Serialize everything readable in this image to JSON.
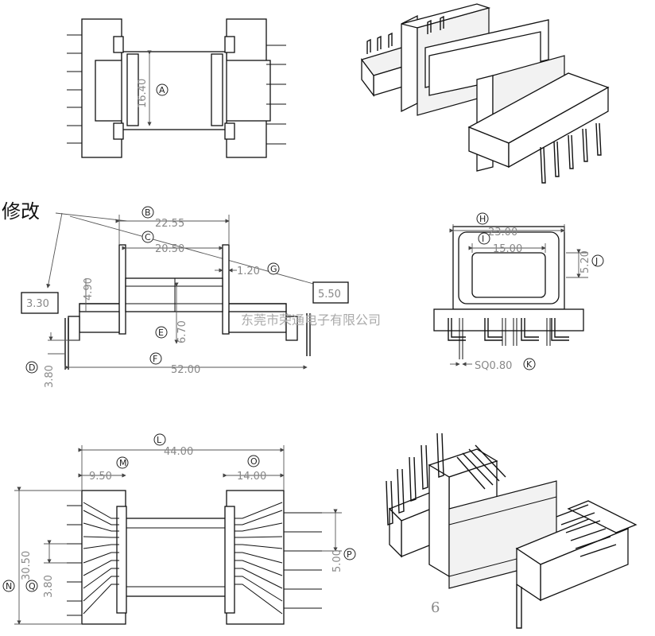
{
  "annotation": {
    "note_text": "修改"
  },
  "watermark": "东莞市荣通电子有限公司",
  "page_number": "6",
  "dimensions": {
    "height_a": "16.40",
    "width_b": "22.55",
    "width_c": "20.50",
    "thick_g": "1.20",
    "height_d_left": "4.90",
    "box_left": "3.30",
    "box_right": "5.50",
    "height_e": "6.70",
    "height_i": "3.80",
    "total_f": "52.00",
    "width_h": "23.00",
    "width_i2": "15.00",
    "height_j": "5.20",
    "pin_k": "SQ0.80",
    "total_l": "44.00",
    "width_m": "9.50",
    "width_o": "14.00",
    "height_n": "30.50",
    "pitch_q": "3.80",
    "pitch_p": "5.00"
  },
  "markers": {
    "a": "A",
    "b": "B",
    "c": "C",
    "d": "D",
    "e": "E",
    "f": "F",
    "g": "G",
    "h": "H",
    "i": "I",
    "j": "J",
    "k": "K",
    "l": "L",
    "m": "M",
    "n": "N",
    "o": "O",
    "p": "P",
    "q": "Q"
  }
}
